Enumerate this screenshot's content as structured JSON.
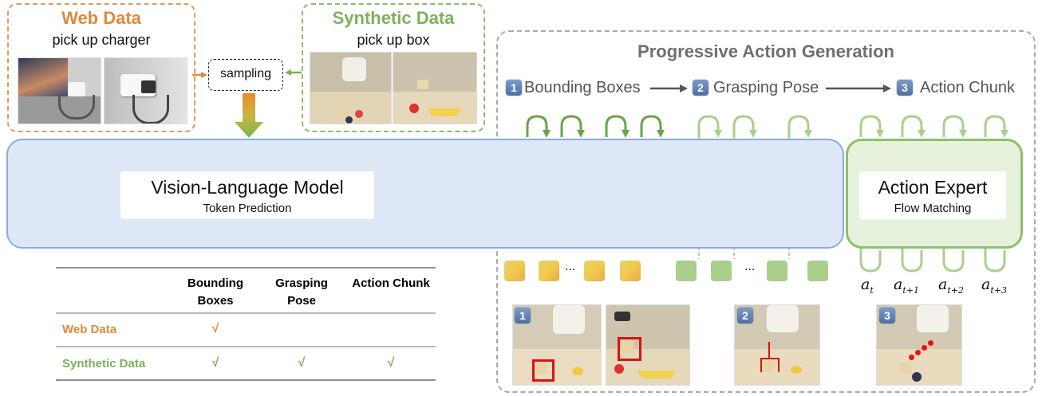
{
  "web_data": {
    "title": "Web Data",
    "caption": "pick up charger"
  },
  "sampling": {
    "label": "sampling"
  },
  "synthetic_data": {
    "title": "Synthetic Data",
    "caption": "pick up box"
  },
  "progressive": {
    "title": "Progressive Action Generation",
    "steps": [
      {
        "num": "1",
        "label": "Bounding Boxes"
      },
      {
        "num": "2",
        "label": "Grasping Pose"
      },
      {
        "num": "3",
        "label": "Action Chunk"
      }
    ]
  },
  "vlm": {
    "title": "Vision-Language Model",
    "subtitle": "Token Prediction"
  },
  "action_expert": {
    "title": "Action Expert",
    "subtitle": "Flow Matching"
  },
  "tokens": {
    "ellipsis": "..."
  },
  "actions": [
    {
      "base": "a",
      "sub": "t"
    },
    {
      "base": "a",
      "sub": "t+1"
    },
    {
      "base": "a",
      "sub": "t+2"
    },
    {
      "base": "a",
      "sub": "t+3"
    }
  ],
  "table": {
    "headers": [
      "Bounding Boxes",
      "Grasping Pose",
      "Action Chunk"
    ],
    "rows": [
      {
        "label": "Web Data",
        "cells": [
          "√",
          "",
          ""
        ]
      },
      {
        "label": "Synthetic Data",
        "cells": [
          "√",
          "√",
          "√"
        ]
      }
    ]
  },
  "colors": {
    "orange": "#d9843a",
    "green": "#7fb05a",
    "light_green": "#b5d89a",
    "vlm_fill": "#dde7f5",
    "vlm_border": "#8aaed8",
    "expert_fill": "#e6f2dc",
    "expert_border": "#8dc06a",
    "dash_gray": "#a9a9a9",
    "title_gray": "#6f6f6f"
  }
}
